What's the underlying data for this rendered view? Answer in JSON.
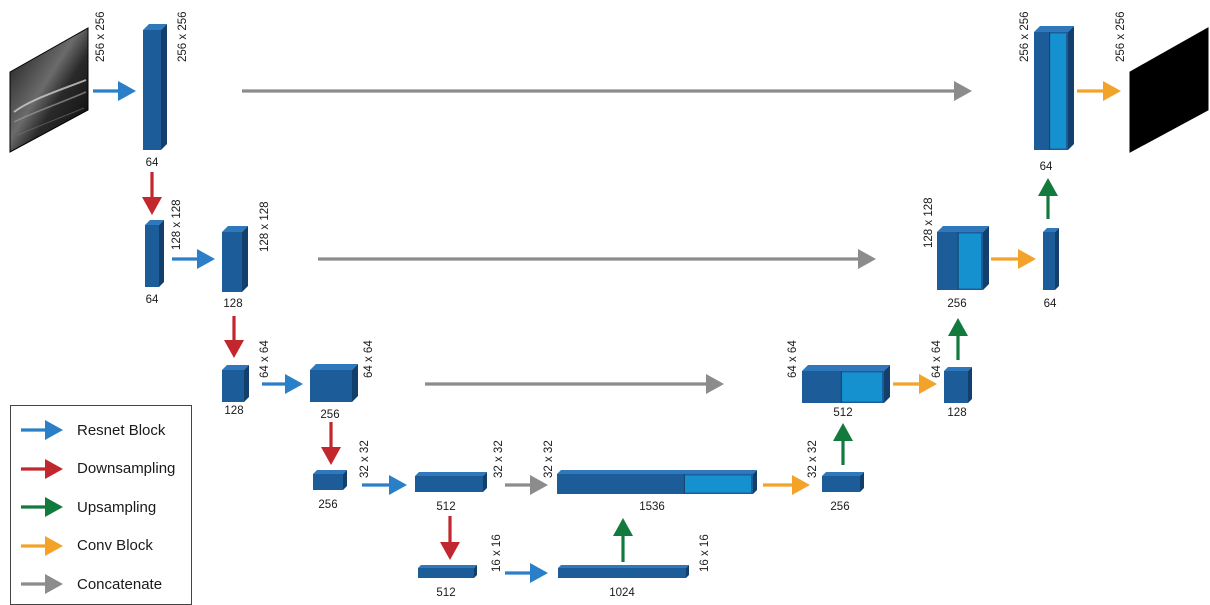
{
  "colors": {
    "block_face": "#1c5d99",
    "block_top": "#2e78bb",
    "block_side": "#123f6b",
    "block_concat_face": "#1591cf",
    "resnet": "#2a7fc8",
    "downsampling": "#c1272d",
    "upsampling": "#137a3e",
    "conv": "#f3a32a",
    "concatenate": "#8c8c8c"
  },
  "images": {
    "input_icon": "ultrasound-input-image",
    "output_icon": "segmentation-mask-output"
  },
  "blocks": [
    {
      "id": "enc1",
      "channels": "64",
      "dims": "256 x 256",
      "concat": false
    },
    {
      "id": "enc2a",
      "channels": "64",
      "dims": "128 x 128",
      "concat": false
    },
    {
      "id": "enc2b",
      "channels": "128",
      "dims": "128 x 128",
      "concat": false
    },
    {
      "id": "enc3a",
      "channels": "128",
      "dims": "64 x 64",
      "concat": false
    },
    {
      "id": "enc3b",
      "channels": "256",
      "dims": "64 x 64",
      "concat": false
    },
    {
      "id": "enc4a",
      "channels": "256",
      "dims": "32 x 32",
      "concat": false
    },
    {
      "id": "enc4b",
      "channels": "512",
      "dims": "32 x 32",
      "concat": false
    },
    {
      "id": "bott_a",
      "channels": "512",
      "dims": "16 x 16",
      "concat": false
    },
    {
      "id": "bott_b",
      "channels": "1024",
      "dims": "16 x 16",
      "concat": false
    },
    {
      "id": "dec4_cat",
      "channels": "1536",
      "dims": "32 x 32",
      "concat": true
    },
    {
      "id": "dec4",
      "channels": "256",
      "dims": "32 x 32",
      "concat": false
    },
    {
      "id": "dec3_cat",
      "channels": "512",
      "dims": "64 x 64",
      "concat": true
    },
    {
      "id": "dec3",
      "channels": "128",
      "dims": "64 x 64",
      "concat": false
    },
    {
      "id": "dec2_cat",
      "channels": "256",
      "dims": "128 x 128",
      "concat": true
    },
    {
      "id": "dec2",
      "channels": "64",
      "dims": "",
      "concat": false
    },
    {
      "id": "dec1_cat",
      "channels": "64",
      "dims": "256 x 256",
      "concat": true
    }
  ],
  "image_labels": {
    "input_dims": "256 x 256",
    "output_dims": "256 x 256"
  },
  "arrows": [
    {
      "type": "resnet",
      "from": "input",
      "to": "enc1"
    },
    {
      "type": "downsampling",
      "from": "enc1",
      "to": "enc2a"
    },
    {
      "type": "resnet",
      "from": "enc2a",
      "to": "enc2b"
    },
    {
      "type": "downsampling",
      "from": "enc2b",
      "to": "enc3a"
    },
    {
      "type": "resnet",
      "from": "enc3a",
      "to": "enc3b"
    },
    {
      "type": "downsampling",
      "from": "enc3b",
      "to": "enc4a"
    },
    {
      "type": "resnet",
      "from": "enc4a",
      "to": "enc4b"
    },
    {
      "type": "downsampling",
      "from": "enc4b",
      "to": "bott_a"
    },
    {
      "type": "resnet",
      "from": "bott_a",
      "to": "bott_b"
    },
    {
      "type": "upsampling",
      "from": "bott_b",
      "to": "dec4_cat"
    },
    {
      "type": "concatenate",
      "from": "enc4b",
      "to": "dec4_cat"
    },
    {
      "type": "conv",
      "from": "dec4_cat",
      "to": "dec4"
    },
    {
      "type": "upsampling",
      "from": "dec4",
      "to": "dec3_cat"
    },
    {
      "type": "concatenate",
      "from": "enc3b",
      "to": "dec3_cat"
    },
    {
      "type": "conv",
      "from": "dec3_cat",
      "to": "dec3"
    },
    {
      "type": "upsampling",
      "from": "dec3",
      "to": "dec2_cat"
    },
    {
      "type": "concatenate",
      "from": "enc2b",
      "to": "dec2_cat"
    },
    {
      "type": "conv",
      "from": "dec2_cat",
      "to": "dec2"
    },
    {
      "type": "upsampling",
      "from": "dec2",
      "to": "dec1_cat"
    },
    {
      "type": "concatenate",
      "from": "enc1",
      "to": "dec1_cat"
    },
    {
      "type": "conv",
      "from": "dec1_cat",
      "to": "output"
    }
  ],
  "legend": [
    {
      "type": "resnet",
      "label": "Resnet Block"
    },
    {
      "type": "downsampling",
      "label": "Downsampling"
    },
    {
      "type": "upsampling",
      "label": "Upsampling"
    },
    {
      "type": "conv",
      "label": "Conv Block"
    },
    {
      "type": "concatenate",
      "label": "Concatenate"
    }
  ]
}
